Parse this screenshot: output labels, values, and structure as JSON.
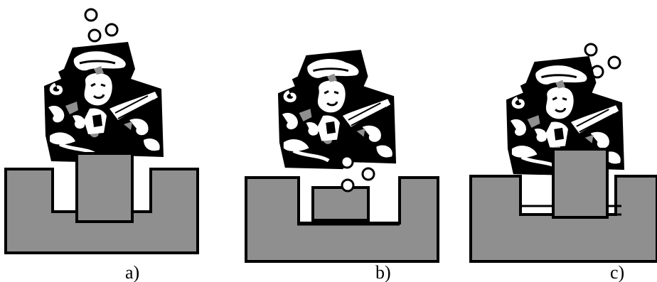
{
  "colors": {
    "fill_gray": "#8f8f8f",
    "stroke": "#000000",
    "background": "#ffffff",
    "bubble_fill": "#ffffff"
  },
  "panels": [
    {
      "id": "a",
      "label": "a)"
    },
    {
      "id": "b",
      "label": "b)"
    },
    {
      "id": "c",
      "label": "c)"
    }
  ]
}
